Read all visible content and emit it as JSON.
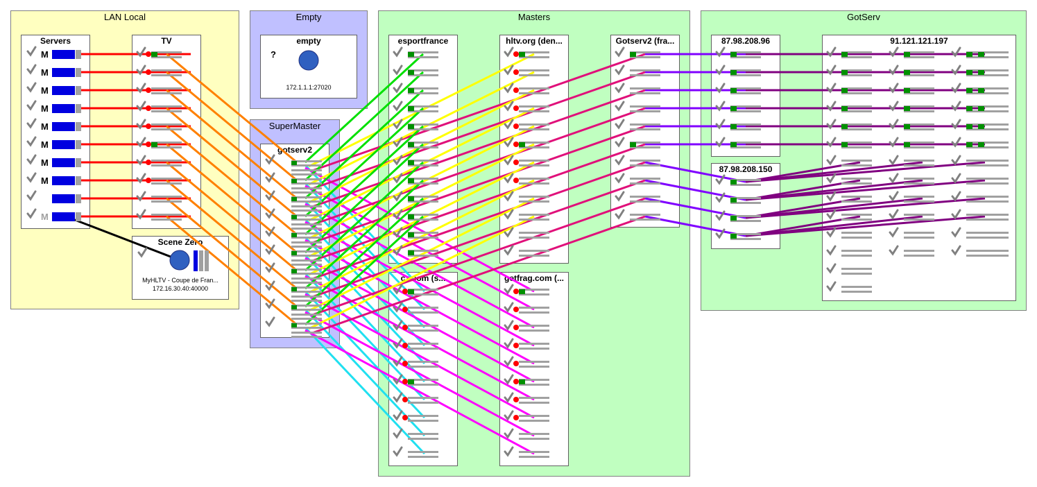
{
  "groups": {
    "lan": {
      "title": "LAN Local",
      "color": "#ffffc0"
    },
    "empty": {
      "title": "Empty",
      "color": "#c0c0ff"
    },
    "supermaster": {
      "title": "SuperMaster",
      "color": "#c0c0ff"
    },
    "masters": {
      "title": "Masters",
      "color": "#c0ffc0"
    },
    "gotserv": {
      "title": "GotServ",
      "color": "#c0ffc0"
    }
  },
  "panels": {
    "servers": {
      "title": "Servers",
      "markers": [
        "M",
        "M",
        "M",
        "M",
        "M",
        "M",
        "M",
        "M",
        "",
        "M"
      ]
    },
    "tv": {
      "title": "TV"
    },
    "scene_zero": {
      "title": "Scene Zero",
      "caption1": "MyHLTV - Coupe de Fran...",
      "caption2": "172.16.30.40:40000"
    },
    "empty": {
      "title": "empty",
      "question": "?",
      "address": "172.1.1.1:27020"
    },
    "gotserv2": {
      "title": "gotserv2"
    },
    "esportfrance": {
      "title": "esportfrance"
    },
    "hltv": {
      "title": "hltv.org (den..."
    },
    "gotserv2fra": {
      "title": "Gotserv2 (fra..."
    },
    "ip96": {
      "title": "87.98.208.96"
    },
    "ip150": {
      "title": "87.98.208.150"
    },
    "ip197": {
      "title": "91.121.121.197"
    },
    "cz": {
      "title": "cz.com (s..."
    },
    "getfrag": {
      "title": "getfrag.com (..."
    }
  },
  "colors": {
    "red": "#ff0000",
    "orange": "#ff8000",
    "green": "#00e000",
    "yellow": "#ffff00",
    "magenta": "#ff00ff",
    "pink": "#e0107a",
    "cyan": "#20e0f0",
    "purple": "#8000ff",
    "darkpurple": "#800080",
    "blue": "#0000ff"
  }
}
